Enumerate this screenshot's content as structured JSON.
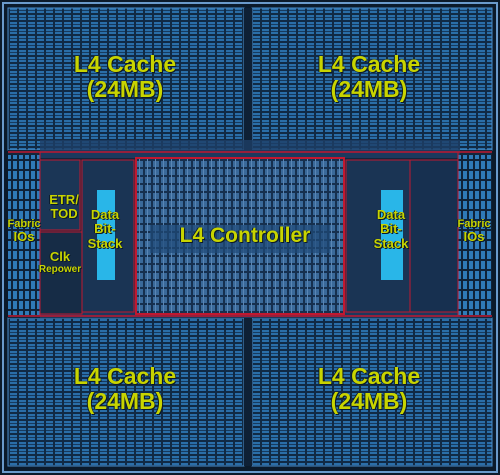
{
  "labels": {
    "cache_tl_line1": "L4 Cache",
    "cache_tl_line2": "(24MB)",
    "cache_tr_line1": "L4 Cache",
    "cache_tr_line2": "(24MB)",
    "cache_bl_line1": "L4 Cache",
    "cache_bl_line2": "(24MB)",
    "cache_br_line1": "L4 Cache",
    "cache_br_line2": "(24MB)",
    "controller": "L4 Controller",
    "fabric_left_line1": "Fabric",
    "fabric_left_line2": "IOs",
    "fabric_right_line1": "Fabric",
    "fabric_right_line2": "IOs",
    "etr_line1": "ETR/",
    "etr_line2": "TOD",
    "clk_line1": "Clk",
    "clk_line2": "Repower",
    "dbs_left_line1": "Data",
    "dbs_left_line2": "Bit-",
    "dbs_left_line3": "Stack",
    "dbs_right_line1": "Data",
    "dbs_right_line2": "Bit-",
    "dbs_right_line3": "Stack"
  },
  "colors": {
    "label": "#c8d400",
    "die_background": "#0b1a2a",
    "cell_blue": "#2a6ea8",
    "highlight_cyan": "#29b6e8",
    "wire_red": "#c01830"
  }
}
